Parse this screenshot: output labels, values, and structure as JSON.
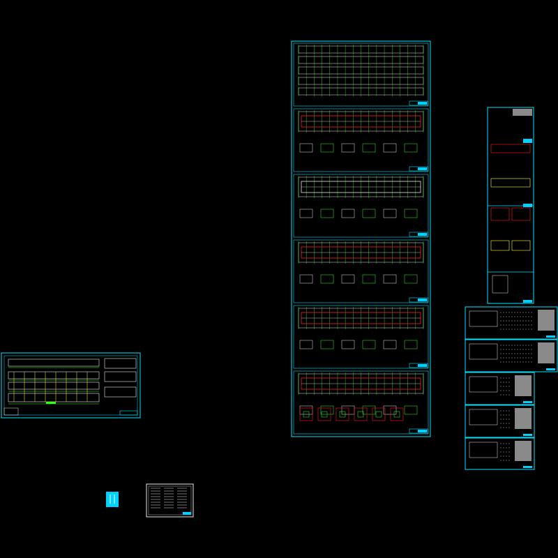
{
  "viewport": {
    "background": "#000000"
  },
  "colors": {
    "frame": "#00e5ff",
    "line_white": "#e8e8e8",
    "line_green": "#39ff14",
    "line_red": "#ff1a1a",
    "line_yellow": "#ffff33",
    "line_magenta": "#ff33ff",
    "fill_grey": "#8a8a8a",
    "fill_cyan": "#00d0ff"
  },
  "drawings": {
    "left_elevation_sheet": {
      "label": ""
    },
    "column_sheets": {
      "count": 6
    },
    "right_detail_sheets": {
      "count": 5
    },
    "right_tall_sheet": {
      "count": 1
    },
    "small_cyan_marker": {
      "label": ""
    },
    "notes_sheet": {
      "label": ""
    }
  }
}
